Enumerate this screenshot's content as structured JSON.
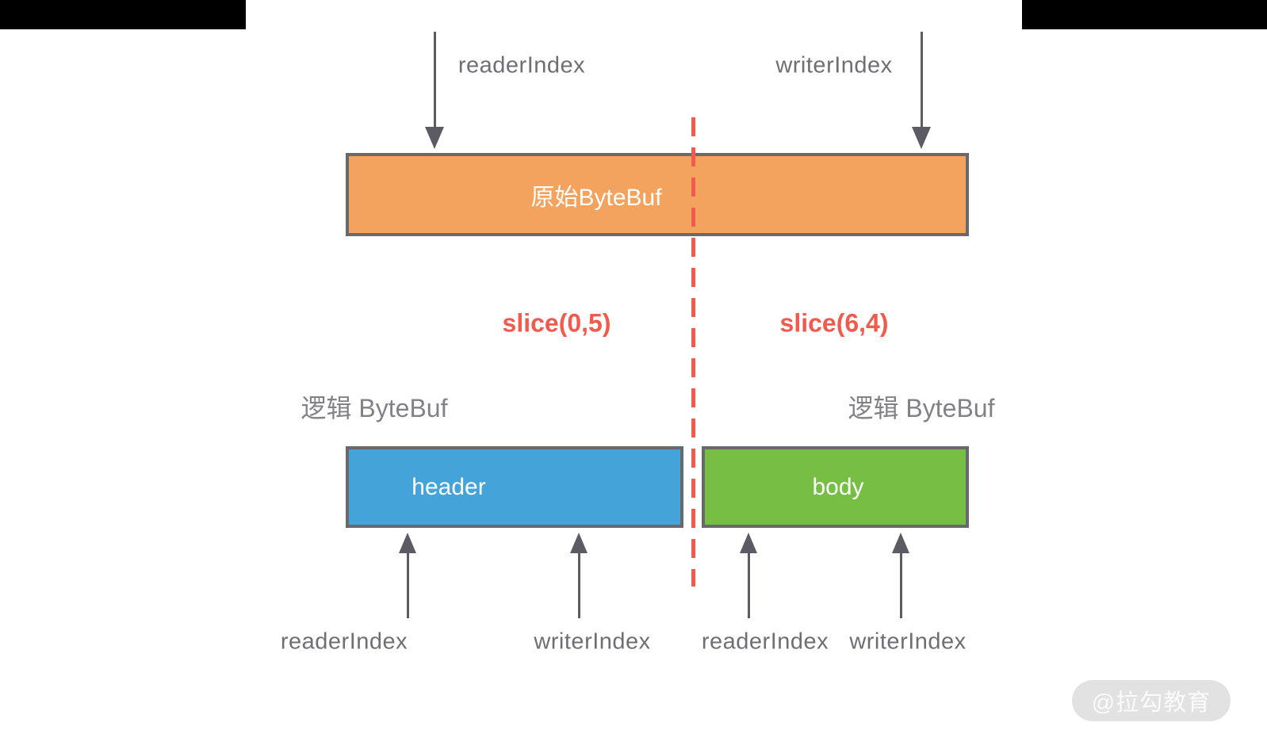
{
  "colors": {
    "orange": "#F4A35F",
    "blue": "#44A4DA",
    "green": "#77BE45",
    "red": "#F15B4E",
    "box_border": "#69686D",
    "arrow": "#5C5B64",
    "label_gray": "#6F6E74",
    "title_gray": "#828187",
    "watermark_bg": "#E2E2E2",
    "watermark_text": "#FBFBFB",
    "bar_black": "#000000"
  },
  "original_buffer": {
    "reader_index_label": "readerIndex",
    "writer_index_label": "writerIndex",
    "box_label": "原始ByteBuf"
  },
  "slice_left": {
    "label": "slice(0,5)"
  },
  "slice_right": {
    "label": "slice(6,4)"
  },
  "logical_left": {
    "title": "逻辑 ByteBuf",
    "box_label": "header",
    "reader_index_label": "readerIndex",
    "writer_index_label": "writerIndex"
  },
  "logical_right": {
    "title": "逻辑 ByteBuf",
    "box_label": "body",
    "reader_index_label": "readerIndex",
    "writer_index_label": "writerIndex"
  },
  "watermark": {
    "text": "@拉勾教育"
  }
}
